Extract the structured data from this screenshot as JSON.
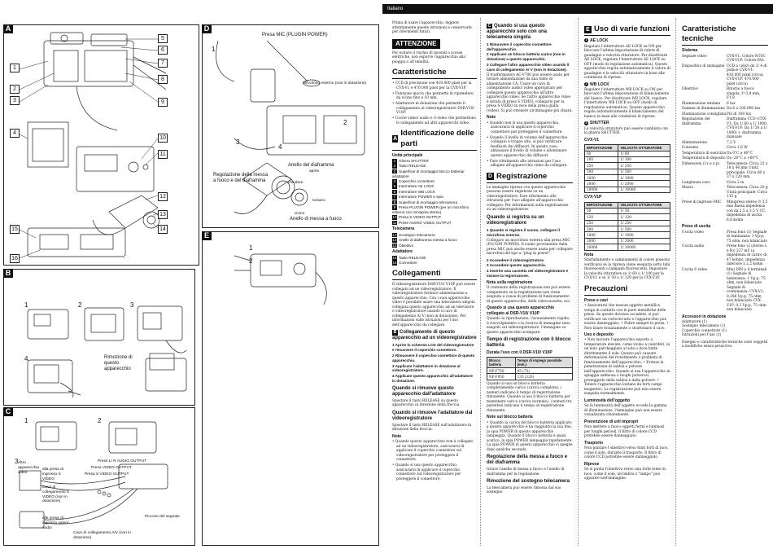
{
  "language": "Italiano",
  "figures": {
    "A": {
      "letter": "A",
      "callouts_right": [
        "5",
        "6",
        "7",
        "8",
        "9",
        "10",
        "11",
        "12",
        "13",
        "14"
      ],
      "callouts_left": [
        "1",
        "2",
        "3",
        "4",
        "15",
        "16"
      ]
    },
    "B": {
      "letter": "B",
      "steps": [
        "1",
        "2",
        "3",
        "4"
      ],
      "caption": "Rimozione di questo apparecchio"
    },
    "C": {
      "letter": "C",
      "steps": [
        "1",
        "2",
        "3"
      ],
      "labels": {
        "video_out": "Altro apparecchio video",
        "inputs": "alla presa di ingresso S VIDEO",
        "audio_out": "Prese L/ R AUDIO OUTPUT",
        "video_output": "Presa VIDEO OUTPUT",
        "svideo_output": "Presa S VIDEO OUTPUT",
        "cable_s": "Cavo di collegamento S VIDEO (non in dotazione)",
        "jack_in": "alle prese di ingresso video/ audio",
        "cable_av": "Cavo di collegamento A/V (non in dotazione)",
        "slide": "Piccoso del segnale"
      }
    },
    "D": {
      "letter": "D",
      "mic_label": "Presa MIC (PLUGIN POWER)",
      "ext_mic": "Microfono esterno (non in dotazione)",
      "focus_title": "Regolazione della messa a fuoco e del diaframma",
      "iris_ring": "Anello del diaframma",
      "open": "aprire",
      "close": "chiudere",
      "far": "lontano",
      "near": "vicino",
      "focus_ring": "Anello di messa a fuoco",
      "steps": [
        "1",
        "2",
        "3",
        "4"
      ]
    },
    "E": {
      "letter": "E",
      "steps": [
        "1",
        "2"
      ]
    }
  },
  "col1": {
    "intro": "Prima di usare l'apparecchio, leggere attentamente queste istruzioni e conservarle per riferimenti futuri.",
    "warning_title": "ATTENZIONE",
    "warning_text": "Per evitare il rischio di incendi o scosse elettriche, non esporre l'apparecchio alla pioggia o all'umidità.",
    "features_title": "Caratteristiche",
    "features": [
      "• CCD di precisione con 410.000 pixel per la CVX-V1 e 470.000 pixel per la CVX-V1P.",
      "• Funzione macro che permette di riprendere da vicino fino a 10 mm.",
      "• Adattatore in dotazione che permette il collegamento al videoregistratore DSR-V10/ V10P.",
      "• Uscite video/ audio e S-video che permettono il collegamento ad altri apparecchi video."
    ],
    "parts_title": "Identificazione delle parti",
    "main_unit": "Unità principale",
    "parts": [
      {
        "n": "1",
        "t": "Ghiera SHUTTER"
      },
      {
        "n": "2",
        "t": "Tasto RELEASE"
      },
      {
        "n": "3",
        "t": "Superficie di montaggio blocco batteria/ adattatore"
      },
      {
        "n": "4",
        "t": "Coperchio connettore"
      },
      {
        "n": "5",
        "t": "Interruttore AE LOCK"
      },
      {
        "n": "6",
        "t": "Interruttore WB LOCK"
      },
      {
        "n": "7",
        "t": "Interruttore POWER e spia"
      },
      {
        "n": "8",
        "t": "Superficie di montaggio telecamera"
      },
      {
        "n": "9",
        "t": "Presa PLUGIN POWER (per un microfono esterno con minispina stereo)"
      },
      {
        "n": "10",
        "t": "Presa S-VIDEO OUTPUT"
      },
      {
        "n": "11",
        "t": "Prese AUDIO/ VIDEO OUTPUT"
      }
    ],
    "camera_title": "Telecamera",
    "camera_parts": [
      {
        "n": "12",
        "t": "Scodegno telecamera"
      },
      {
        "n": "13",
        "t": "Anello di diaframma messa a fuoco"
      },
      {
        "n": "14",
        "t": "Obiettivo"
      }
    ],
    "adapter_title": "Adattatore",
    "adapter_parts": [
      {
        "n": "15",
        "t": "Tasto RELEASE"
      },
      {
        "n": "16",
        "t": "Connettore"
      }
    ],
    "connections_title": "Collegamenti",
    "connections_text": "Il videoregistratore DSR-V10/ V10P può essere collegato ad un videoregistratore. Il videoregistratore fornisce alimentazione a questo apparecchio. Con i suoi apparecchio video è possibile usare una telecamera singola collegata questo apparecchio ad un televisore o videoregistratore usando il cavo di collegamento A/ V (non in dotazione). Per informazioni sulle istruzioni per l'uso dell'apparecchio da collegare.",
    "sub_b_title": "Collegamento di questo apparecchio ad un videoregistratore",
    "sub_b_steps": [
      "1  Aprire lo schermo LCD del videoregistratore e rimuovere il coperchio connettore.",
      "2  Rimuovere il coperchio connettore di questo apparecchio.",
      "3  Applicare l'adattatore in dotazione al videoregistratore.",
      "4  Applicare questo apparecchio all'adattatore in dotazione."
    ],
    "remove_title": "Quando si rimuove questo apparecchio dall'adattatore",
    "remove_text": "Spostare il tasto RELEASE su questo apparecchio in direzione della freccia.",
    "remove2_title": "Quando si rimuove l'adattatore dal videoregistratore",
    "remove2_text": "Spostare il tasto RELEASE sull'adattatore in direzione della freccia.",
    "note_title": "Note",
    "notes": [
      "• Quando questo apparecchio non è collegato ad un videoregistratore, assicurarsi di applicare il coperchio connettore sul videoregistratore per proteggere il connettore.",
      "• Quando si usa questo apparecchio, assicurarsi di applicare il coperchio connettore sul videoregistratore per proteggere il connettore."
    ]
  },
  "col2": {
    "sub_c_title": "Quando si usa questo apparecchio solo con una telecamera singola",
    "sub_c_steps": [
      "1  Rimuovere il coperchio connettore dell'apparecchio.",
      "2  Applicare un blocco batteria carico (non in dotazione) a questo apparecchio.",
      "3  Collegare l'altro apparecchio video usando il cavo di collegamento A/ V (non in dotazione)."
    ],
    "sub_c_text": "Il trasformatore AC-V700 può essere usato per fornire alimentazione da una fonte di alimentazione CA. Usare un cavo di collegamento audio/ video appropriato per collegare questo apparecchio all'altro apparecchio video. Se l'altro apparecchio video è dotato di presa S VIDEO, collegarlo per la presa S VIDEO in vece della presa gialla (video). Si può ottenere un'immagine più chiara.",
    "note_title": "Note",
    "notes": [
      "• Quando non si usa questo apparecchio, assicurarsi di applicare il coperchio connettore per proteggere il connettore.",
      "• Quando il livello di volume dell'apparecchio collegato è troppo alto, si può verificare feedback dai diffusori. In questo caso, abbassare il livello di volume o allontanare questo apparecchio dai diffusori.",
      "• Fare riferimento alle istruzioni per l'uso allegate all'apparecchio video da collegare."
    ],
    "recording_title": "Registrazione",
    "recording_text": "Le immagini riprese con questo apparecchio possono essere registrate su un videoregistratore. Fare riferimento alle istruzioni per l'uso allegate all'apparecchio collegato. Per informazioni sulla registrazione su un videoregistratore.",
    "rec_sub_title": "Quando si registra su un videoregistratore",
    "rec_steps": [
      "1  Quando si registra il suono, collegare il microfono esterno.",
      "2  Accendere il videoregistratore.",
      "3  Accendere questo apparecchio.",
      "4  Inserire una cassetta nel videoregistratore e iniziare la registrazione."
    ],
    "rec_steps_text": "Collegare un microfono esterno alla presa MIC (PLUGIN POWER). Il suono proveniente dalla presa MIC può anche essere usata per collegare microfoni del tipo a \"plug in power\".",
    "rec_note_title": "Nota sulla registrazione",
    "rec_note_text": "Il contenuto della registrazione non può essere compensato se la registrazione non viene eseguita a causa di problemi di funzionamento di questo apparecchio, delle videocassette, ecc.",
    "dsr_title": "Quando si usa questo apparecchio collegato al DSR-V10/ V10P",
    "dsr_text": "Quando la riproduzione, l'avanzamento rapido, il riavvolgimento o la ricerca di immagine sono eseguiti sul videoregistratore, l'immagine su questo apparecchio scompare.",
    "batt_title": "Tempo di registrazione con il blocco batteria",
    "batt_subtitle": "Durata l'uso con il DSR-V10/ V10P",
    "batt_table": {
      "headers": [
        "Blocco batteria",
        "Tempo di impiego possibile (min.)"
      ],
      "rows": [
        [
          "NP-F750",
          "85 (75)"
        ],
        [
          "NP-F950",
          "135 (120)"
        ]
      ]
    },
    "batt_text": "Quando si usa un blocco batteria completamente carico (carica completa), i numeri indicano il tempo di registrazione rimanente. Quando si usa il blocco batteria per mantenere carico (carica normale), i numeri tra parentesi indicano il tempo di registrazione rimanente.",
    "batt_note_title": "Note sul blocco batteria",
    "batt_notes": "• Quando la carica del blocco batteria applicato a questo apparecchio è ha raggiunto la sua fine, la spia POWER di questo apparecchio lampeggia. Quando il blocco batteria è quasi scarico, la spia POWER lampeggia rapidamente. La spia POWER di questo apparecchio si spegne dopo qualche secondo.",
    "focus_title": "Regolazione della messa a fuoco e del diaframma",
    "focus_text": "Girare l'anello di messa a fuoco e l'anello di diaframma per la regolazione.",
    "remove_cam_title": "Rimozione del sostegno telecamera",
    "remove_cam_text": "La telecamera può essere rimossa dal suo sostegno."
  },
  "col3": {
    "functions_title": "Uso di varie funzioni",
    "ae_title": "AE LOCK",
    "ae_text": "Regolare l'interruttore AE LOCK su ON per bloccare l'ultima impostazione di valore di guadagno e velocità otturatore. Per disattivare AE LOCK, regolare l'interruttore AE LOCK su OFF (modo di regolazione automatica). Questo apparecchio regola automaticamente il valore di guadagno e la velocità otturatore in base alle condizioni di ripresa.",
    "wb_title": "WB LOCK",
    "wb_text": "Regolare l'interruttore WB LOCK su ON per bloccare l'ultima impostazione di bilanciamento del bianco. Per disattivare WB LOCK, regolare l'interruttore WB LOCK su OFF (modo di regolazione automatica). Questo apparecchio regola automaticamente il bilanciamento del bianco in base alle condizioni di ripresa.",
    "shutter_title": "SHUTTER",
    "shutter_text": "La velocità otturatore può essere cambiata con la ghiera SHUTTER.",
    "cvxv1": "CVX-V1",
    "table_header": [
      "IMPOSTAZIONE",
      "VELOCITÀ OTTURATORE"
    ],
    "cvx_table": [
      [
        "60",
        "1/ 60"
      ],
      [
        "100",
        "1/ 100"
      ],
      [
        "250",
        "1/ 250"
      ],
      [
        "500",
        "1/ 500"
      ],
      [
        "1000",
        "1/ 1000"
      ],
      [
        "2000",
        "1/ 2000"
      ],
      [
        "10000",
        "1/ 10000"
      ]
    ],
    "cvxv1p": "CVX-V1P",
    "cvxp_table": [
      [
        "50",
        "1/ 50"
      ],
      [
        "120",
        "1/ 120"
      ],
      [
        "250",
        "1/ 250"
      ],
      [
        "500",
        "1/ 500"
      ],
      [
        "1000",
        "1/ 1000"
      ],
      [
        "2000",
        "1/ 2000"
      ],
      [
        "10000",
        "1/ 10000"
      ]
    ],
    "shutter_note_title": "Nota",
    "shutter_note": "Sfarfallamento e cambiamenti di colore possono verificarsi se la ripresa viene eseguita sotto tubi fluorescenti o lampade fluorescenti. Impostare la velocità otturatore su 1/ 60 o 1/ 100 per la CVX-V1 e su 1/ 50 o 1/ 120 per la CVX-V1P.",
    "precautions_title": "Precauzioni",
    "prec_items": [
      {
        "h": "Prese e cavi",
        "t": "• Assicurarsi che nessun oggetto metallico venga in contatto con le parti metalliche delle prese. Se questo dovesse accadere, si può verificare un cortocircuito e l'apparecchio può essere danneggiato. • Pulire sempre le prese. • Non tirare forzatamente o strattonare il cavo."
      },
      {
        "h": "Uso e deposito",
        "t": "• Non lasciare l'apparecchio esposto a temperature elevate, come vicino a caloriferi, in un'auto parcheggiata al sole o dove batte direttamente il sole. Questo può causare deformazioni del rivestimento o problemi di funzionamento dell'apparecchio. • Evitare la penetrazione di sabbia e polvere nell'apparecchio. Quando si usa l'apparecchio in spiaggia sabbiosa o luoghi polverosi, proteggerlo dalla sabbia e dalla polvere. • Tenere l'apparecchio lontano da forti campi magnetici. La registrazione può non essere eseguita normalmente."
      },
      {
        "h": "Luminosità dell'oggetto",
        "t": "Se la luminosità dell'oggetto eccede la gamma di illuminazione, l'immagine può non essere visualizzata chiaramente."
      },
      {
        "h": "Prevenzione di urti impropri",
        "t": "Non mettere a fuoco oggetti fermi e luminosi per lunghi periodi. Il filtro di colore CCD potrebbe essere danneggiato."
      },
      {
        "h": "Trasporto",
        "t": "Non puntare l'obiettivo verso fonti forti di luce, come il sole, durante il trasporto. Il filtro di colore CCD potrebbe essere danneggiato."
      },
      {
        "h": "Riprese",
        "t": "Se si punta l'obiettivo verso una forte fonte di luce, come il sole, un'ombra o \"lampo\" può apparire nell'immagine."
      }
    ]
  },
  "col4": {
    "specs_title": "Caratteristiche tecniche",
    "system_title": "Sistema",
    "specs": [
      {
        "k": "Segnale video",
        "v": "CVX-V1: Colore NTSC CVX-V1P: Colore PAL"
      },
      {
        "k": "Dispositivo di immagine",
        "v": "CCD a colori da 1/ 4 di pollice CVX-V1: 410.000 pixel (circa) CVX-V1P: 470.000 pixel (circa)"
      },
      {
        "k": "Obiettivo",
        "v": "Ritorno a fuoco singola, f=3,9 mm, F1,8"
      },
      {
        "k": "Illuminazione minima",
        "v": "6 lux"
      },
      {
        "k": "Gamma di illuminazione",
        "v": "Da 6 a 100.000 lux"
      },
      {
        "k": "Illuminazione consigliata",
        "v": "Più di 100 lux"
      },
      {
        "k": "Regolazione del diaframma",
        "v": "Diaframma CCD (CVX-V1: Da 1/ 60 a 1/ 1000; CVX-V1P: Da 1/ 50 a 1/ 1000) + diaframma manuale"
      },
      {
        "k": "Alimentazione",
        "v": "7,2 V"
      },
      {
        "k": "Consumo",
        "v": "Circa 1,6 W"
      },
      {
        "k": "Temperatura di esercizio",
        "v": "Da 0°C a 40°C"
      },
      {
        "k": "Temperatura di deposito",
        "v": "Da -20°C a +60°C"
      },
      {
        "k": "Dimensioni (l x a x p)",
        "v": "Telecamera: Circa 23 x 18 x 46 mm Unità principale: Circa 60 x 37 x 120 mm"
      },
      {
        "k": "Lunghezza cavo",
        "v": "Circa 2 m"
      },
      {
        "k": "Massa",
        "v": "Telecamera: Circa 20 g Unità principale: Circa 135 g"
      },
      {
        "k": "Prese di ingresso MIC",
        "v": "Minipresa stereo ∅ 3,5 mm Bassa impedenza con da 2,5 a 3,5 V CC, impedenza di uscita 6,8 kohm"
      }
    ],
    "outputs_title": "Prese di uscita",
    "outputs": [
      {
        "k": "Uscita video",
        "v": "Presa fono (1) Segnale di luminanza: 1 Vp-p, 75 ohm, non bilanciato"
      },
      {
        "k": "Uscita audio",
        "v": "Prese fono (2 (stereo L e R)) 327 mV (a impedenza di carico di 47 kohm), impedenza inferiore a 2,2 kohm"
      },
      {
        "k": "Uscita S video",
        "v": "Mini DIN a 4 terminali (1) Segnale di luminanza: 1 Vp-p, 75 ohm, non bilanciato Segnale di crominanza: CVX-V1: 0,286 Vp-p, 75 ohm non bilanciato CVX-V1P: 0,3 Vp-p, 75 ohm non bilanciato"
      }
    ],
    "accessories_title": "Accessori in dotazione",
    "accessories": [
      "Adattatore (1)",
      "Sostegno telecamera (1)",
      "Coperchio connettore (1)",
      "Istruzioni per l'uso (1)"
    ],
    "disclaimer": "Disegno e caratteristiche tecniche sono soggetti a modifiche senza preavviso."
  }
}
